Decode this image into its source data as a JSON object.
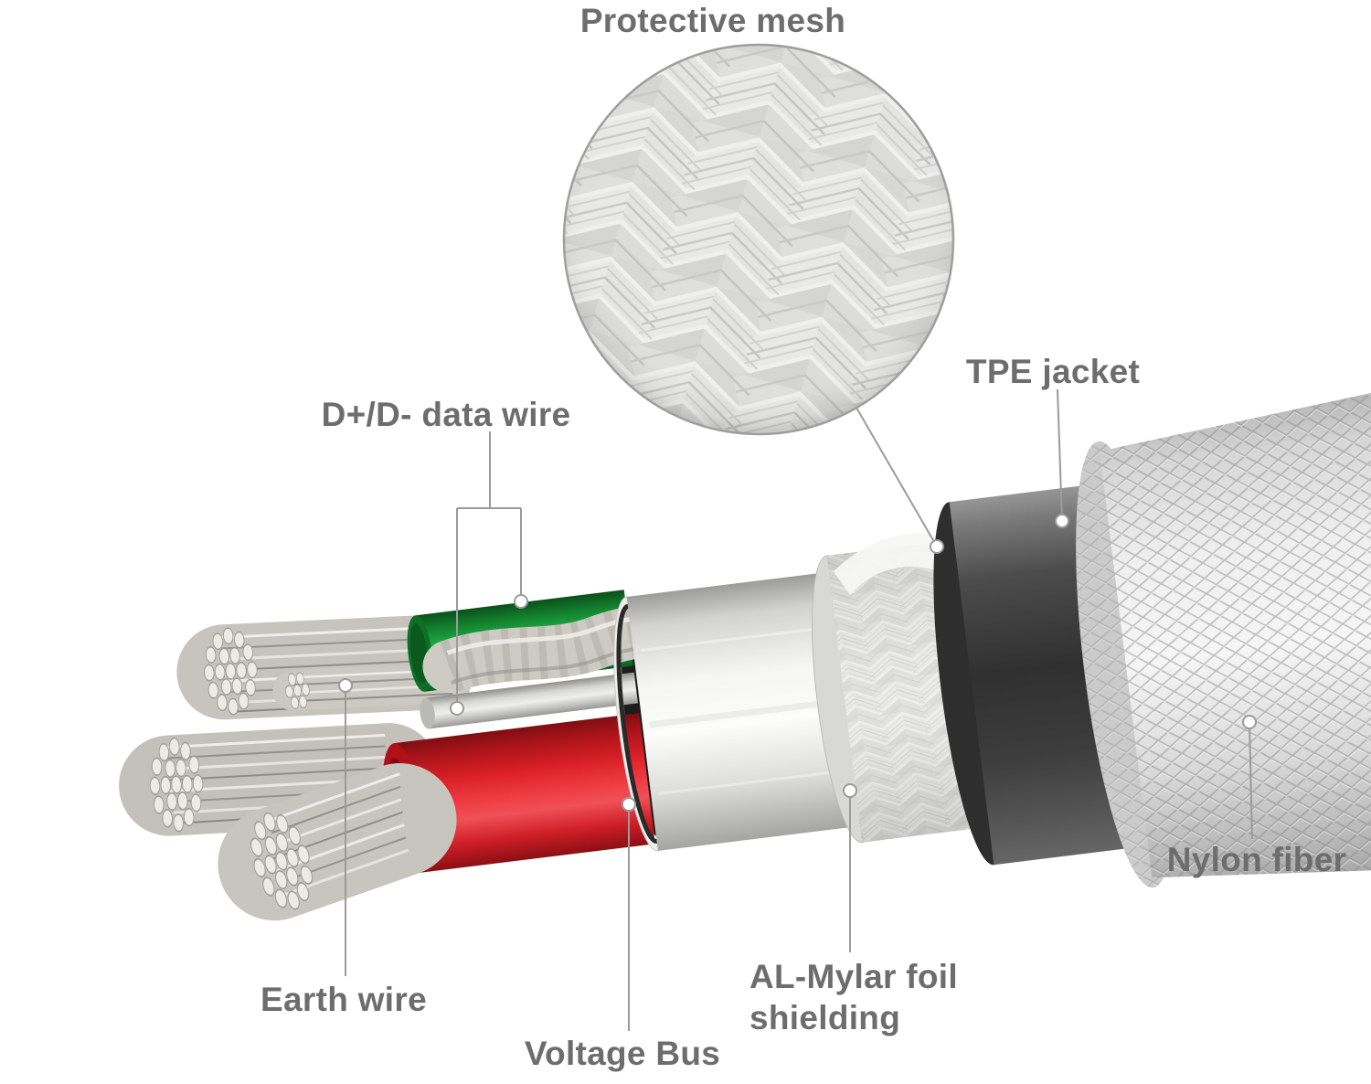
{
  "diagram": {
    "labels": {
      "protective_mesh": "Protective mesh",
      "tpe_jacket": "TPE jacket",
      "data_wire": "D+/D- data wire",
      "nylon_fiber": "Nylon fiber",
      "earth_wire": "Earth wire",
      "voltage_bus": "Voltage Bus",
      "al_mylar_line1": "AL-Mylar foil",
      "al_mylar_line2": "shielding"
    },
    "colors": {
      "label_text": "#6d6d6d",
      "leader_line": "#9b9b9b",
      "voltage_bus_red": "#e02730",
      "data_wire_green": "#1fae46",
      "tpe_jacket_dark": "#3a3a3a",
      "braid_silver": "#d9d9d7",
      "nylon_gray": "#d6d6d6",
      "strand_tan": "#c9c7c0",
      "background": "#ffffff"
    }
  }
}
